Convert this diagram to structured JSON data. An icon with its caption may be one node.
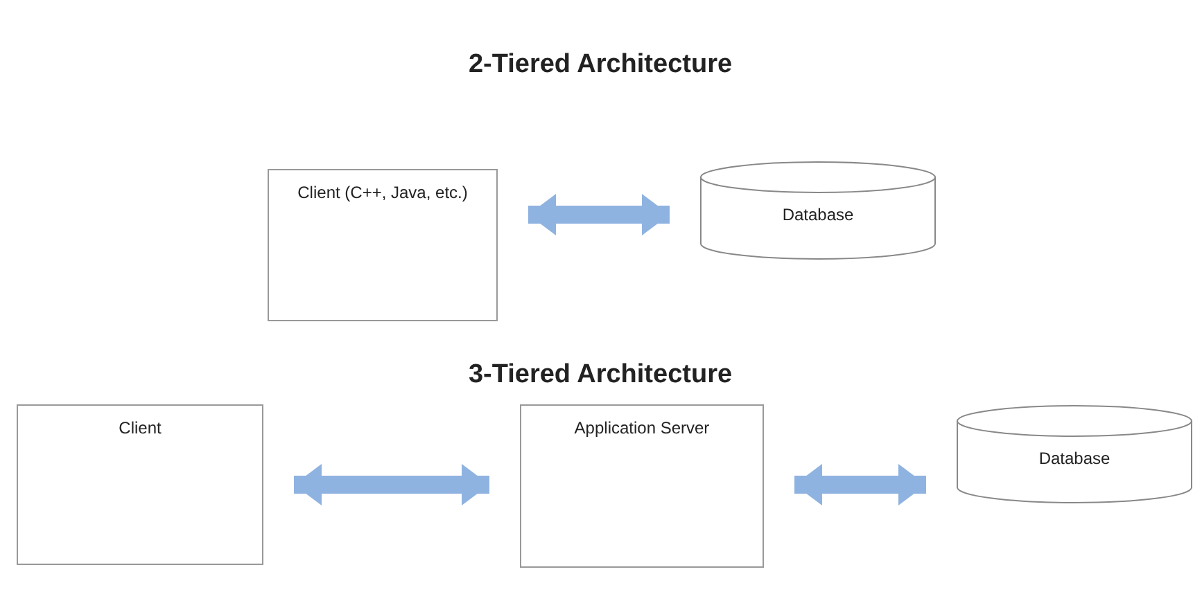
{
  "diagram": {
    "nodes": [
      {
        "text": [
          "Client (C++, Java, etc.)"
        ]
      },
      {
        "text": [
          "Database"
        ]
      },
      {
        "text": [
          "Client"
        ]
      },
      {
        "text": [
          "Application Server"
        ]
      },
      {
        "text": [
          "Database"
        ]
      }
    ],
    "edges": [
      {
        "from": 0,
        "to": 1,
        "arrow": "both"
      },
      {
        "from": 2,
        "to": 3,
        "arrow": "both"
      },
      {
        "from": 3,
        "to": 4,
        "arrow": "both"
      }
    ],
    "labels": [
      "2-Tiered Architecture",
      "3-Tiered Architecture"
    ]
  }
}
